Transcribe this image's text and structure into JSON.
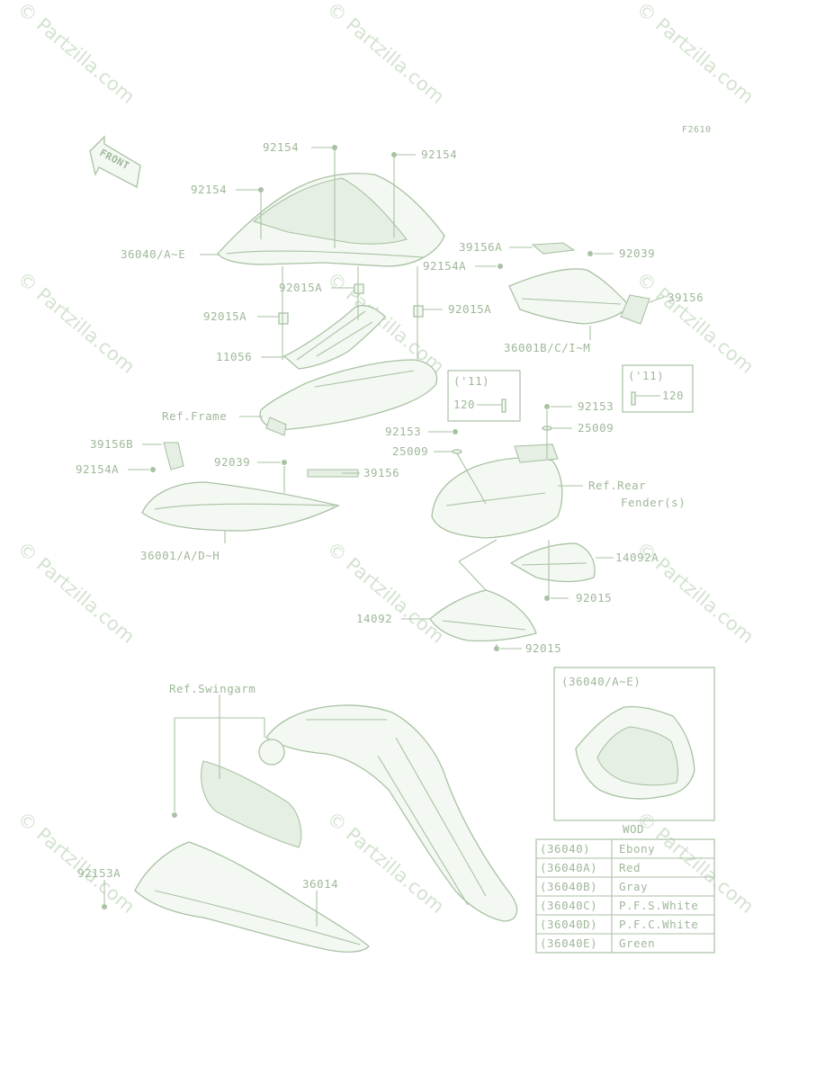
{
  "watermark": "© Partzilla.com",
  "figure_code": "F2610",
  "front_label": "FRONT",
  "callouts": {
    "p92154_a": "92154",
    "p92154_b": "92154",
    "p92154_c": "92154",
    "p36040": "36040/A~E",
    "p92015A_a": "92015A",
    "p92015A_b": "92015A",
    "p92015A_c": "92015A",
    "p11056": "11056",
    "ref_frame": "Ref.Frame",
    "p39156A": "39156A",
    "p92039_a": "92039",
    "p92154A_a": "92154A",
    "p39156_a": "39156",
    "p36001BC": "36001B/C/I~M",
    "inset11_a": "('11)",
    "inset11_a_part": "120",
    "inset11_b": "('11)",
    "inset11_b_part": "120",
    "p92153_a": "92153",
    "p25009_a": "25009",
    "p92153_b": "92153",
    "p25009_b": "25009",
    "p39156B": "39156B",
    "p92154A_b": "92154A",
    "p92039_b": "92039",
    "p39156_b": "39156",
    "ref_rear_fender_1": "Ref.Rear",
    "ref_rear_fender_2": "Fender(s)",
    "p36001AD": "36001/A/D~H",
    "p14092A": "14092A",
    "p92015_a": "92015",
    "p14092": "14092",
    "p92015_b": "92015",
    "ref_swingarm": "Ref.Swingarm",
    "p92153A": "92153A",
    "p36014": "36014"
  },
  "inset": {
    "title": "(36040/A~E)",
    "caption": "WOD"
  },
  "color_table": [
    {
      "code": "(36040)",
      "color": "Ebony"
    },
    {
      "code": "(36040A)",
      "color": "Red"
    },
    {
      "code": "(36040B)",
      "color": "Gray"
    },
    {
      "code": "(36040C)",
      "color": "P.F.S.White"
    },
    {
      "code": "(36040D)",
      "color": "P.F.C.White"
    },
    {
      "code": "(36040E)",
      "color": "Green"
    }
  ],
  "colors": {
    "line": "#a8c2a3",
    "text": "#9fb89a",
    "watermark": "#d3e3d0"
  }
}
